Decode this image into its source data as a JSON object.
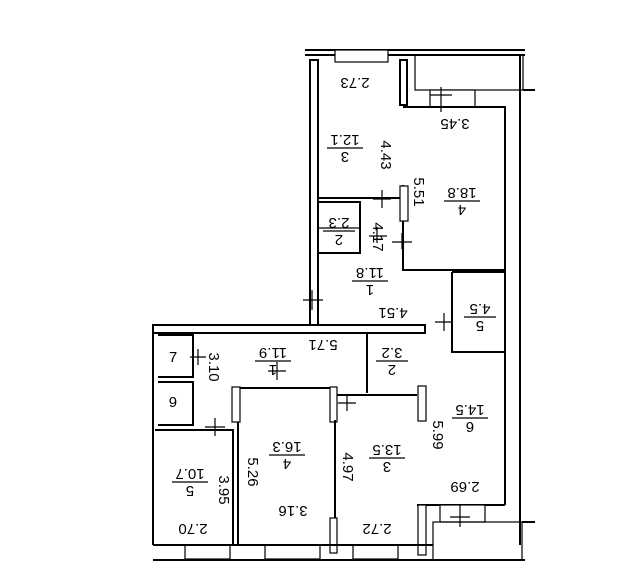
{
  "plan": {
    "rooms": [
      {
        "id": "upper-room-3",
        "number": "3",
        "area": "12.1"
      },
      {
        "id": "upper-room-4",
        "number": "4",
        "area": "18.8"
      },
      {
        "id": "upper-room-2",
        "number": "2",
        "area": "2.3"
      },
      {
        "id": "upper-room-1",
        "number": "1",
        "area": "11.8"
      },
      {
        "id": "upper-room-5",
        "number": "5",
        "area": "4.5"
      },
      {
        "id": "lower-room-1",
        "number": "1",
        "area": "11.9"
      },
      {
        "id": "lower-room-2",
        "number": "2",
        "area": "3.2"
      },
      {
        "id": "lower-room-6",
        "number": "6",
        "area": "14.5"
      },
      {
        "id": "lower-room-4",
        "number": "4",
        "area": "16.3"
      },
      {
        "id": "lower-room-3",
        "number": "3",
        "area": "13.5"
      },
      {
        "id": "lower-room-5",
        "number": "5",
        "area": "10.7"
      },
      {
        "id": "lower-room-7",
        "number": "7",
        "area": ""
      },
      {
        "id": "lower-room-9",
        "number": "6",
        "area": ""
      }
    ],
    "dimensions": [
      "2.73",
      "4.43",
      "3.45",
      "5.51",
      "4.17",
      "4.51",
      "5.71",
      "3.10",
      "5.99",
      "5.26",
      "4.97",
      "3.95",
      "2.69",
      "3.16",
      "2.70",
      "2.72"
    ]
  }
}
